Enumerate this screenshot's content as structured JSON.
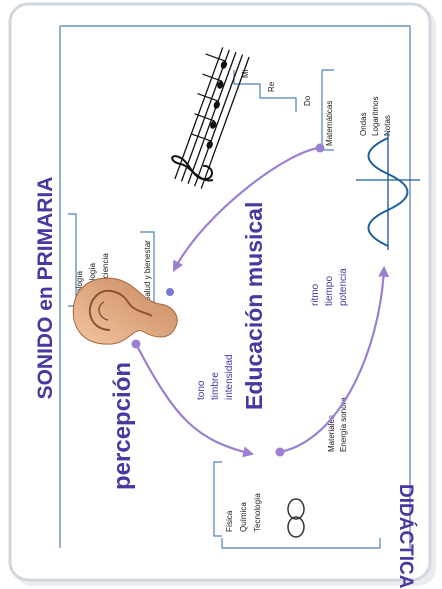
{
  "colors": {
    "title": "#4a37a0",
    "accent": "#9b7fd0",
    "bracket": "#4f81bd",
    "wave": "#1f5f9e",
    "text": "#222222",
    "frame_shadow": "#b8c3cc"
  },
  "title": "SONIDO en PRIMARIA",
  "didactica": "DIDÁCTICA",
  "percepcion": "percepción",
  "educacion_musical": "Educación musical",
  "salud_y_bienestar": "Salud y bienestar",
  "salud_group": [
    "Biología",
    "Psicología",
    "Neurociencia"
  ],
  "perception_props": [
    "tono",
    "timbre",
    "intensidad"
  ],
  "didactica_group": [
    "Física",
    "Química",
    "Tecnología"
  ],
  "materiales_group": [
    "Materiales",
    "Energía sonora"
  ],
  "music_props": [
    "ritmo",
    "tiempo",
    "potencia"
  ],
  "matematicas": "Matemáticas",
  "math_group": [
    "Ondas",
    "Logaritmos",
    "Notas"
  ],
  "notes": [
    "Mi",
    "Re",
    "Do"
  ],
  "icons": [
    "ear-icon",
    "music-staff-icon",
    "sine-wave-icon",
    "infinity-icon"
  ]
}
